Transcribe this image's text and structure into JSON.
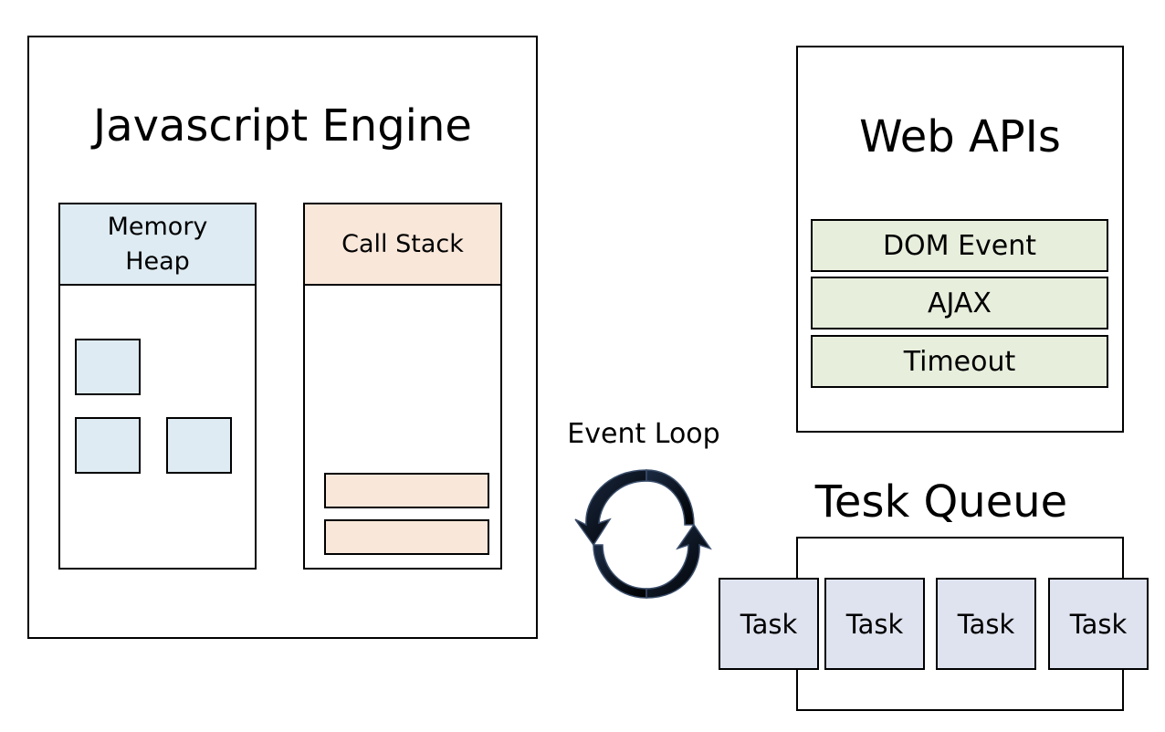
{
  "engine": {
    "title": "Javascript Engine",
    "memory_heap": {
      "label": "Memory Heap",
      "label_line1": "Memory",
      "label_line2": "Heap",
      "block_count": 3
    },
    "call_stack": {
      "label": "Call Stack",
      "frame_count": 2
    }
  },
  "web_apis": {
    "title": "Web APIs",
    "items": [
      "DOM Event",
      "AJAX",
      "Timeout"
    ]
  },
  "event_loop": {
    "label": "Event Loop",
    "icon": "circular-arrows-icon"
  },
  "task_queue": {
    "title": "Tesk Queue",
    "tasks": [
      "Task",
      "Task",
      "Task",
      "Task"
    ]
  },
  "colors": {
    "memory_heap_fill": "#deebf2",
    "call_stack_fill": "#f9e7da",
    "web_api_fill": "#e7eedc",
    "task_fill": "#dfe3ef",
    "outline": "#000000"
  }
}
